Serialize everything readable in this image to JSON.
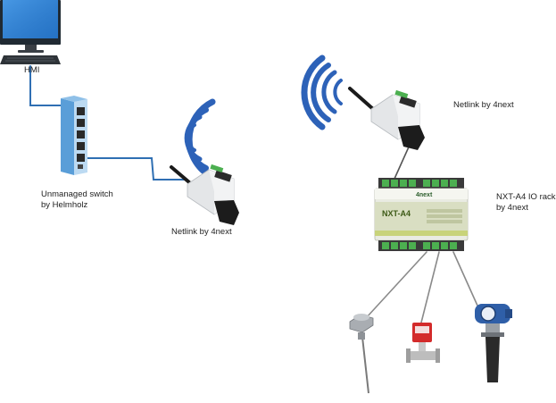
{
  "labels": {
    "hmi": "HMI",
    "switch_line1": "Unmanaged switch",
    "switch_line2": "by Helmholz",
    "netlink_left": "Netlink by 4next",
    "netlink_right": "Netlink by 4next",
    "rack_line1": "NXT-A4 IO rack",
    "rack_line2": "by 4next"
  },
  "device_text": {
    "rack_brand": "4next",
    "rack_model": "NXT-A4"
  },
  "colors": {
    "ethernet_cable": "#2f6fb3",
    "wireless_waves": "#2d62b8",
    "sensor_cable": "#8a8a8a",
    "module_body": "#e4e6e8",
    "module_dark": "#2b2b2b",
    "terminal_green": "#4caf50",
    "rack_face": "#d9dec2"
  },
  "icons": [
    "monitor-icon",
    "keyboard-icon",
    "network-switch-icon",
    "wifi-waves-icon",
    "netlink-module-icon",
    "io-rack-icon",
    "temperature-probe-icon",
    "flow-meter-icon",
    "level-transmitter-icon"
  ]
}
